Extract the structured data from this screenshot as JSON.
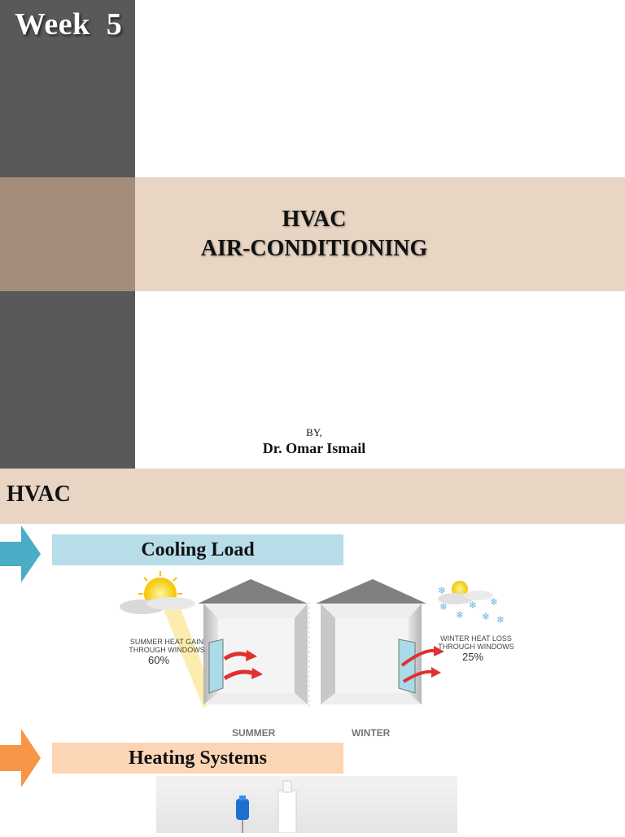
{
  "slide1": {
    "week_label": "Week  5",
    "title_line1": "HVAC",
    "title_line2": "AIR-CONDITIONING",
    "by_label": "BY,",
    "author": "Dr. Omar Ismail"
  },
  "slide2": {
    "heading": "HVAC",
    "sections": [
      {
        "label": "Cooling Load",
        "arrow_color": "#4bacc6",
        "box_color": "#b7dde8"
      },
      {
        "label": "Heating Systems",
        "arrow_color": "#f79646",
        "box_color": "#fcd5b5"
      }
    ],
    "illustration": {
      "summer_caption": [
        "SUMMER HEAT GAIN",
        "THROUGH WINDOWS"
      ],
      "summer_percent": "60%",
      "winter_caption": [
        "WINTER HEAT LOSS",
        "THROUGH WINDOWS"
      ],
      "winter_percent": "25%",
      "summer_label": "SUMMER",
      "winter_label": "WINTER"
    }
  },
  "colors": {
    "dark_bar": "#595959",
    "brown_block": "#a38c79",
    "beige_band": "#e8d5c4",
    "heat_arrow": "#e03030"
  }
}
